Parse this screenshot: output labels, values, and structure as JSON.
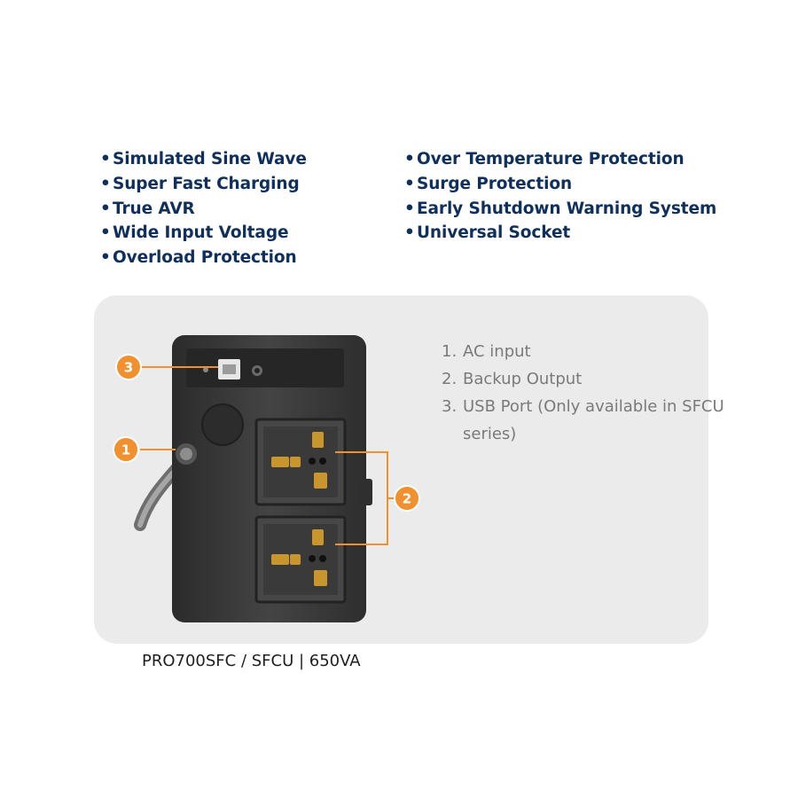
{
  "features": {
    "left": [
      "Simulated Sine Wave",
      "Super Fast Charging",
      "True AVR",
      "Wide Input Voltage",
      "Overload Protection"
    ],
    "right": [
      "Over Temperature Protection",
      "Surge Protection",
      "Early Shutdown Warning System",
      "Universal Socket"
    ]
  },
  "ports": [
    {
      "num": "1.",
      "label": "AC input"
    },
    {
      "num": "2.",
      "label": "Backup Output"
    },
    {
      "num": "3.",
      "label": "USB Port (Only available in SFCU series)"
    }
  ],
  "badges": {
    "ac_input": "1",
    "backup_output": "2",
    "usb_port": "3"
  },
  "caption": "PRO700SFC / SFCU | 650VA",
  "colors": {
    "heading": "#0f2f5c",
    "accent": "#f0902f",
    "panel": "#ebebeb",
    "ups_body": "#3b3b3b"
  }
}
